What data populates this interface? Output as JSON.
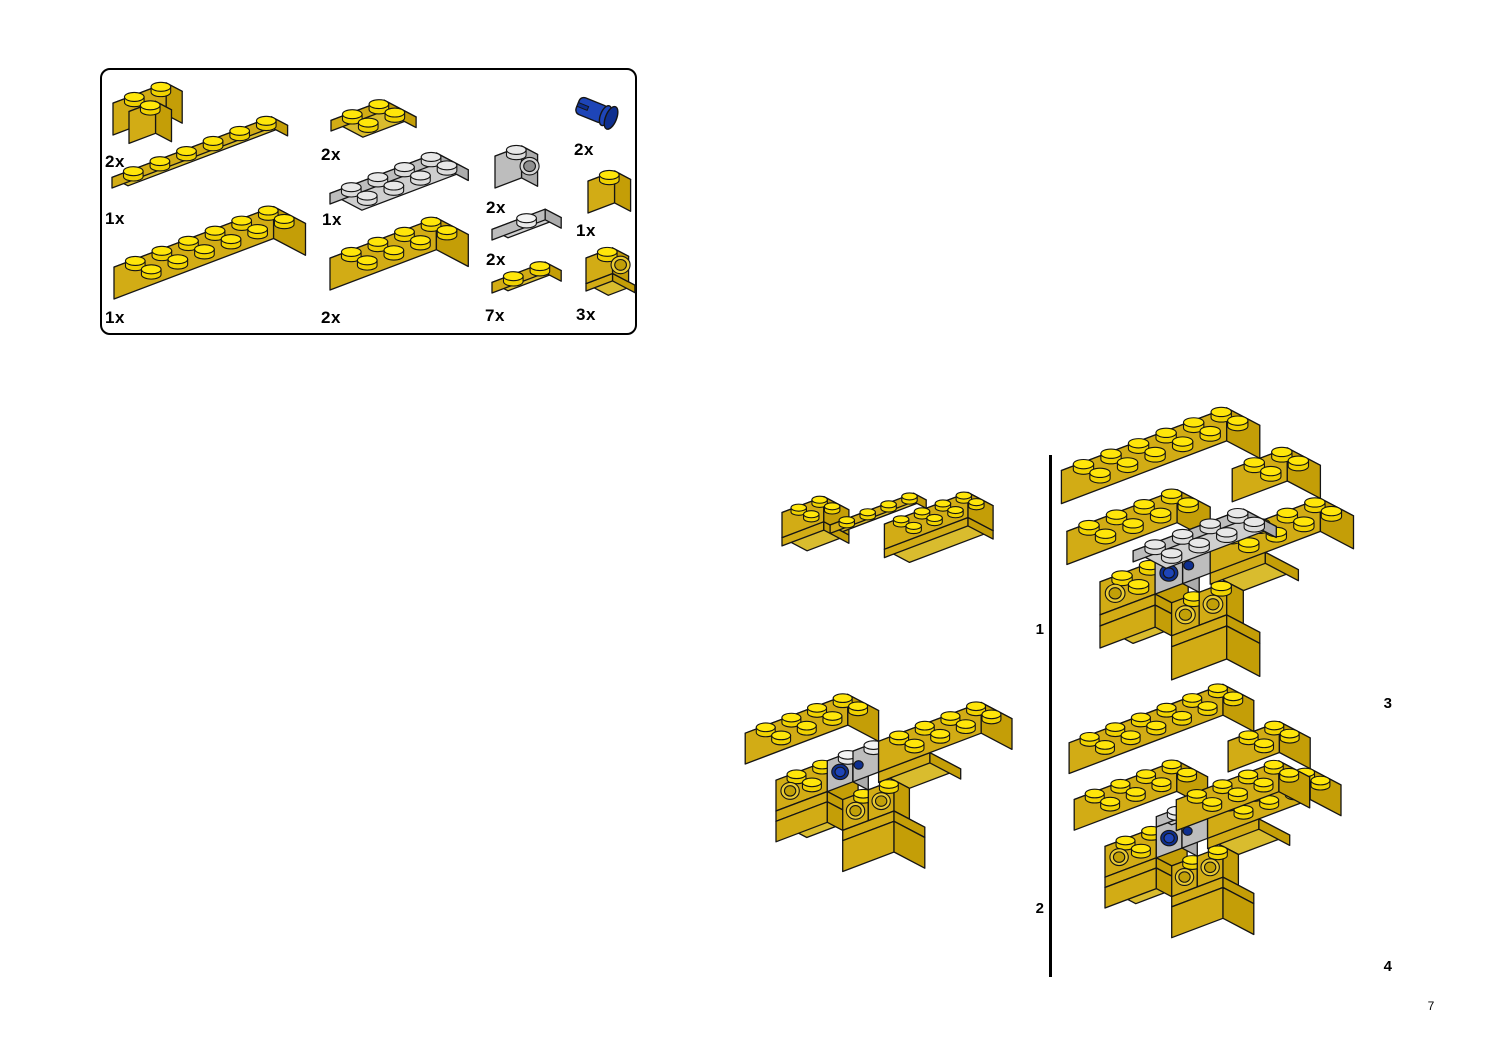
{
  "page": {
    "number": "7"
  },
  "parts_box": {
    "parts": [
      {
        "name": "brick-corner-2x2-yellow",
        "color": "yellow",
        "qty": "2x"
      },
      {
        "name": "plate-1x6-yellow",
        "color": "yellow",
        "qty": "1x"
      },
      {
        "name": "brick-2x6-yellow",
        "color": "yellow",
        "qty": "1x"
      },
      {
        "name": "plate-2x2-yellow",
        "color": "yellow",
        "qty": "2x"
      },
      {
        "name": "plate-2x4-gray",
        "color": "gray",
        "qty": "1x"
      },
      {
        "name": "brick-2x4-yellow",
        "color": "yellow",
        "qty": "2x"
      },
      {
        "name": "technic-brick-1x1-gray",
        "color": "gray",
        "qty": "2x"
      },
      {
        "name": "jumper-plate-1x2-gray",
        "color": "gray",
        "qty": "2x"
      },
      {
        "name": "plate-1x2-yellow",
        "color": "yellow",
        "qty": "7x"
      },
      {
        "name": "technic-pin-blue",
        "color": "blue",
        "qty": "2x"
      },
      {
        "name": "brick-1x1-yellow",
        "color": "yellow",
        "qty": "1x"
      },
      {
        "name": "headlight-brick-1x1-yellow",
        "color": "yellow",
        "qty": "3x"
      }
    ]
  },
  "steps": [
    {
      "number": "1"
    },
    {
      "number": "2"
    },
    {
      "number": "3"
    },
    {
      "number": "4"
    }
  ],
  "colors": {
    "yellow_top": "#D9BC2E",
    "yellow_front": "#D2AC15",
    "yellow_side": "#C49E07",
    "yellow_stud": "#FFE60A",
    "yellow_stud_side": "#F0D200",
    "gray_top": "#CFCFCF",
    "gray_front": "#BDBDBD",
    "gray_side": "#ACACAC",
    "gray_stud": "#E8E8E8",
    "gray_stud_side": "#DBDBDB",
    "white_stud": "#F4F4F4",
    "blue": "#1E45B8",
    "blue_dark": "#0E2F8F",
    "outline": "#151515"
  }
}
